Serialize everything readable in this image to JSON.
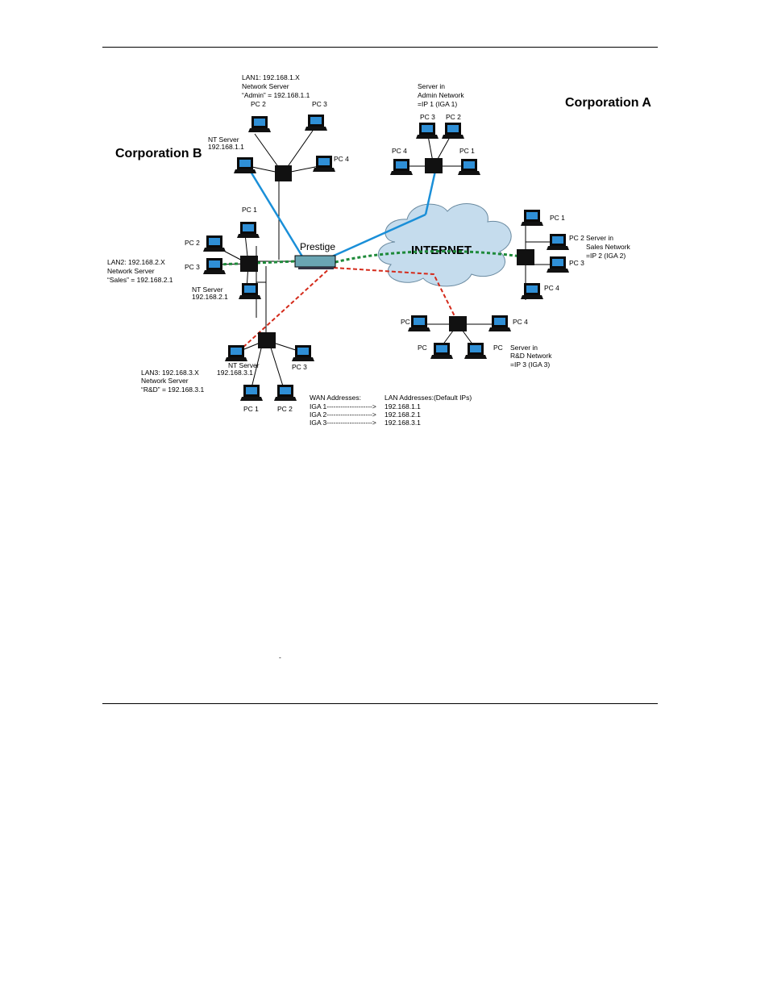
{
  "labels": {
    "corp_a": "Corporation A",
    "corp_b": "Corporation B",
    "internet": "INTERNET",
    "prestige": "Prestige",
    "lan1": [
      "LAN1: 192.168.1.X",
      "Network Server",
      "“Admin” = 192.168.1.1"
    ],
    "lan2": [
      "LAN2: 192.168.2.X",
      "Network Server",
      "“Sales” = 192.168.2.1"
    ],
    "lan3": [
      "LAN3: 192.168.3.X",
      "Network Server",
      "“R&D” = 192.168.3.1"
    ],
    "nt_server_1": [
      "NT Server",
      "192.168.1.1"
    ],
    "nt_server_2": [
      "NT Server",
      "192.168.2.1"
    ],
    "nt_server_3": [
      "NT Server",
      "192.168.3.1"
    ],
    "server_admin": [
      "Server in",
      "Admin Network",
      "=IP 1 (IGA 1)"
    ],
    "server_sales": [
      "Server in",
      "Sales Network",
      "=IP 2 (IGA 2)"
    ],
    "server_rd": [
      "Server in",
      "R&D Network",
      "=IP 3 (IGA 3)"
    ],
    "pc1": "PC 1",
    "pc2": "PC 2",
    "pc3": "PC 3",
    "pc4": "PC 4",
    "pc": "PC"
  },
  "table": {
    "wan_header": "WAN Addresses:",
    "lan_header": "LAN Addresses:(Default IPs)",
    "rows": [
      {
        "wan": "IGA 1-------------------->",
        "lan": "192.168.1.1"
      },
      {
        "wan": "IGA 2-------------------->",
        "lan": "192.168.2.1"
      },
      {
        "wan": "IGA 3-------------------->",
        "lan": "192.168.3.1"
      }
    ]
  },
  "page_mark": "-",
  "colors": {
    "admin_link": "#1a8fd8",
    "sales_link": "#1e8a3a",
    "rd_link": "#d42a1a",
    "cloud": "#c5dced",
    "pc_screen": "#2f8fd6",
    "device": "#6aa5b3"
  }
}
